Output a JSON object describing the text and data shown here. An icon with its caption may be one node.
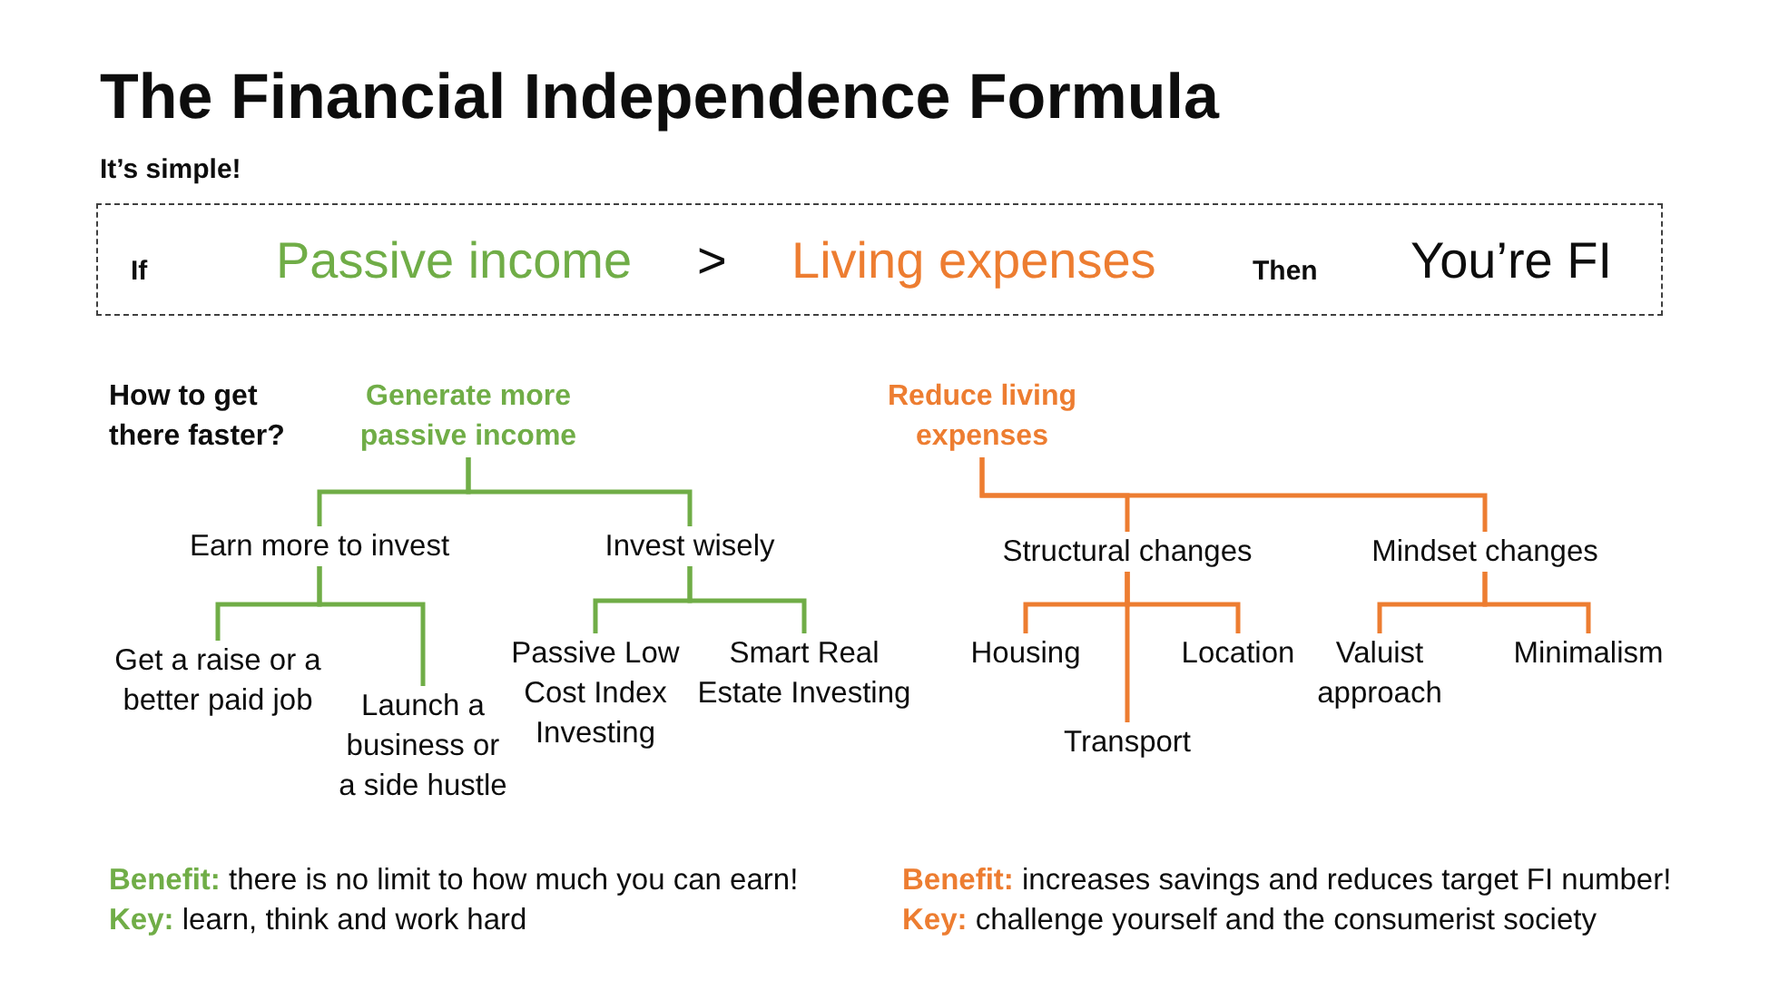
{
  "diagram": {
    "title": "The Financial Independence Formula",
    "nodes": [
      {
        "text": [
          "If",
          "Passive income",
          ">",
          "Living expenses",
          "Then",
          "You’re FI"
        ]
      },
      {
        "text": [
          "Generate more passive income"
        ]
      },
      {
        "text": [
          "Reduce living expenses"
        ]
      },
      {
        "text": [
          "Earn more to invest"
        ]
      },
      {
        "text": [
          "Invest wisely"
        ]
      },
      {
        "text": [
          "Structural changes"
        ]
      },
      {
        "text": [
          "Mindset changes"
        ]
      },
      {
        "text": [
          "Get a raise or a better paid job"
        ]
      },
      {
        "text": [
          "Launch a business or a side hustle"
        ]
      },
      {
        "text": [
          "Passive Low Cost Index Investing"
        ]
      },
      {
        "text": [
          "Smart Real Estate Investing"
        ]
      },
      {
        "text": [
          "Housing"
        ]
      },
      {
        "text": [
          "Transport"
        ]
      },
      {
        "text": [
          "Location"
        ]
      },
      {
        "text": [
          "Valuist approach"
        ]
      },
      {
        "text": [
          "Minimalism"
        ]
      }
    ],
    "edges": [
      {
        "from": 1,
        "to": 3,
        "arrow": "none",
        "color": "#70ad47"
      },
      {
        "from": 1,
        "to": 4,
        "arrow": "none",
        "color": "#70ad47"
      },
      {
        "from": 3,
        "to": 7,
        "arrow": "none",
        "color": "#70ad47"
      },
      {
        "from": 3,
        "to": 8,
        "arrow": "none",
        "color": "#70ad47"
      },
      {
        "from": 4,
        "to": 9,
        "arrow": "none",
        "color": "#70ad47"
      },
      {
        "from": 4,
        "to": 10,
        "arrow": "none",
        "color": "#70ad47"
      },
      {
        "from": 2,
        "to": 5,
        "arrow": "none"
      },
      {
        "from": 2,
        "to": 6,
        "arrow": "none"
      },
      {
        "from": 5,
        "to": 11,
        "arrow": "none"
      },
      {
        "from": 5,
        "to": 12,
        "arrow": "none"
      },
      {
        "from": 5,
        "to": 13,
        "arrow": "none"
      },
      {
        "from": 6,
        "to": 14,
        "arrow": "none"
      },
      {
        "from": 6,
        "to": 15,
        "arrow": "none"
      }
    ],
    "labels": [
      "It’s simple!",
      "How to get there faster?",
      "**Benefit:** there is no limit to how much you can earn!",
      "**Benefit:** increases savings and reduces target FI number!",
      "**Key:** learn, think and work hard",
      "**Key:** challenge yourself and the consumerist society"
    ]
  }
}
